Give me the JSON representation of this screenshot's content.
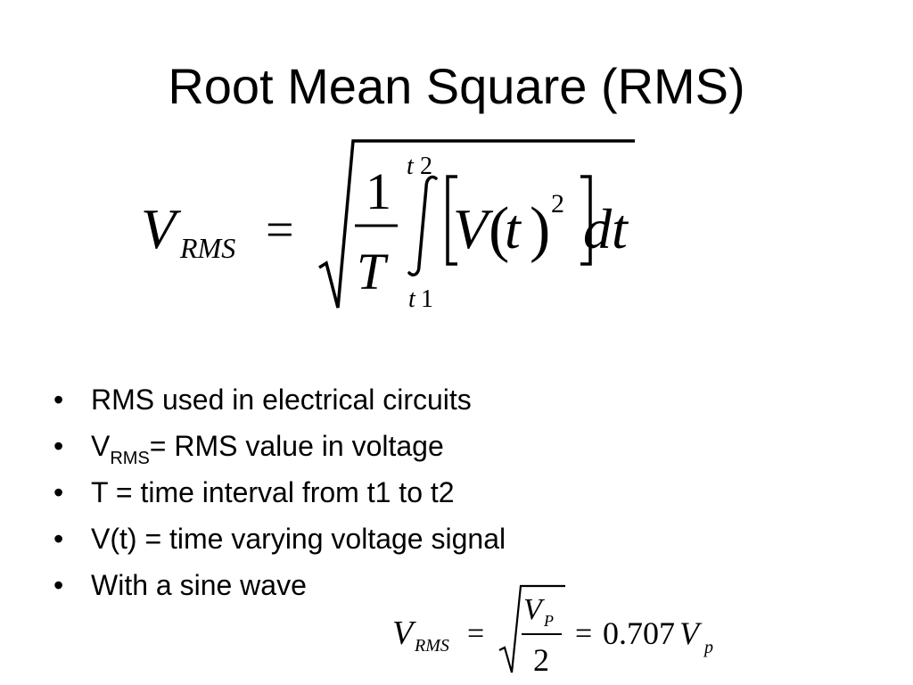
{
  "slide": {
    "title": "Root Mean Square (RMS)"
  },
  "formula_main": {
    "lhs_var": "V",
    "lhs_sub": "RMS",
    "equals": "=",
    "frac_num": "1",
    "frac_den": "T",
    "int_upper_var": "t",
    "int_upper_num": "2",
    "int_lower_var": "t",
    "int_lower_num": "1",
    "integrand_var": "V",
    "integrand_arg": "t",
    "exponent": "2",
    "differential": "dt"
  },
  "bullets": [
    {
      "text": "RMS used in electrical circuits"
    },
    {
      "var": "V",
      "sub": "RMS",
      "text": "= RMS value in voltage"
    },
    {
      "text": "T = time interval from t1 to t2"
    },
    {
      "text": "V(t) = time varying voltage signal"
    },
    {
      "text": "With a sine wave"
    }
  ],
  "bullet_symbol": "•",
  "formula_sine": {
    "lhs_var": "V",
    "lhs_sub": "RMS",
    "equals": "=",
    "frac_num_var": "V",
    "frac_num_sub": "P",
    "frac_den": "2",
    "equals2": "=",
    "coefficient": "0.707",
    "rhs_var": "V",
    "rhs_sub": "p"
  }
}
